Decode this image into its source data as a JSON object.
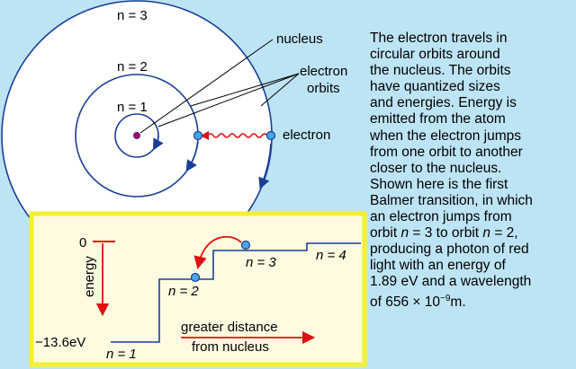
{
  "orbits": {
    "n3_label": "n = 3",
    "n2_label": "n = 2",
    "n1_label": "n = 1"
  },
  "callouts": {
    "nucleus": "nucleus",
    "electron_orbits_line1": "electron",
    "electron_orbits_line2": "orbits",
    "electron": "electron"
  },
  "description": {
    "line1": "The electron travels in",
    "line2": "circular orbits around",
    "line3": "the nucleus. The orbits",
    "line4": "have quantized sizes",
    "line5": "and energies.  Energy is",
    "line6": "emitted from the atom",
    "line7": "when the electron jumps",
    "line8": "from one orbit to another",
    "line9": "closer to the nucleus.",
    "line10": "Shown here is the first",
    "line11": "Balmer transition, in which",
    "line12": "an electron jumps from",
    "line13_pre": "orbit ",
    "line13_n1": "n",
    "line13_mid": " = 3 to orbit  ",
    "line13_n2": "n",
    "line13_post": " = 2,",
    "line14": "producing a photon of red",
    "line15": "light with an energy of",
    "line16": "1.89 eV and a wavelength",
    "line17_pre": "of 656 × 10",
    "line17_sup": "−9",
    "line17_post": "m."
  },
  "energy_diagram": {
    "zero_label": "0",
    "bottom_label": "−13.6eV",
    "axis_label": "energy",
    "level_labels": [
      "n = 1",
      "n = 2",
      "n = 3",
      "n = 4"
    ],
    "distance_label_line1": "greater distance",
    "distance_label_line2": "from nucleus"
  },
  "colors": {
    "background": "#bde4f5",
    "outer_disc": "#ffffff",
    "orbit_line": "#1a3f99",
    "nucleus": "#8a1070",
    "electron": "#4aa6e6",
    "photon_wave": "#e01010",
    "panel_fill": "#fffbe0",
    "panel_border": "#f5ef2e",
    "arrow_red": "#e01010"
  }
}
